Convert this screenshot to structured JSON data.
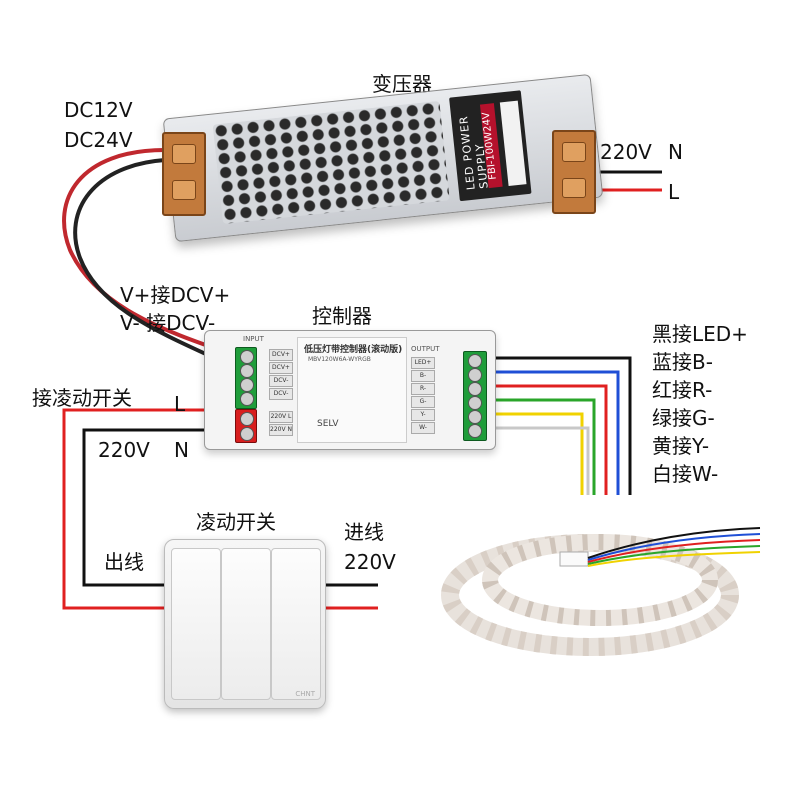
{
  "transformer": {
    "title": "变压器",
    "output_voltage_1": "DC12V",
    "output_voltage_2": "DC24V",
    "input_label": "220V",
    "input_n": "N",
    "input_l": "L",
    "brand": "LED POWER SUPPLY",
    "model": "FBI-100W24V"
  },
  "controller": {
    "title": "控制器",
    "power_note_1": "V+接DCV+",
    "power_note_2": "V- 接DCV-",
    "device_title": "低压灯带控制器(滚动版)",
    "device_model": "MBV120W6A-WYRGB",
    "input_header": "INPUT",
    "output_header": "OUTPUT",
    "input_pins": [
      "DCV+",
      "DCV+",
      "DCV-",
      "DCV-",
      "220V L",
      "220V N"
    ],
    "output_pins": [
      "LED+",
      "B-",
      "R-",
      "G-",
      "Y-",
      "W-"
    ],
    "selv": "SELV",
    "mains_l": "L",
    "mains_label": "220V",
    "mains_n": "N",
    "switch_line": "接凌动开关"
  },
  "outputs": [
    {
      "text": "黑接LED+",
      "color": "#111111"
    },
    {
      "text": "蓝接B-",
      "color": "#1f4fd6"
    },
    {
      "text": "红接R-",
      "color": "#e02020"
    },
    {
      "text": "绿接G-",
      "color": "#2aa52a"
    },
    {
      "text": "黄接Y-",
      "color": "#f0d200"
    },
    {
      "text": "白接W-",
      "color": "#c8c8c8"
    }
  ],
  "switch": {
    "title": "凌动开关",
    "out_label": "出线",
    "in_label": "进线",
    "in_voltage": "220V",
    "brand": "CHNT"
  },
  "colors": {
    "live_wire": "#e02020",
    "neutral_wire": "#111111",
    "dc_wire_red": "#c0282e",
    "dc_wire_black": "#222222"
  }
}
